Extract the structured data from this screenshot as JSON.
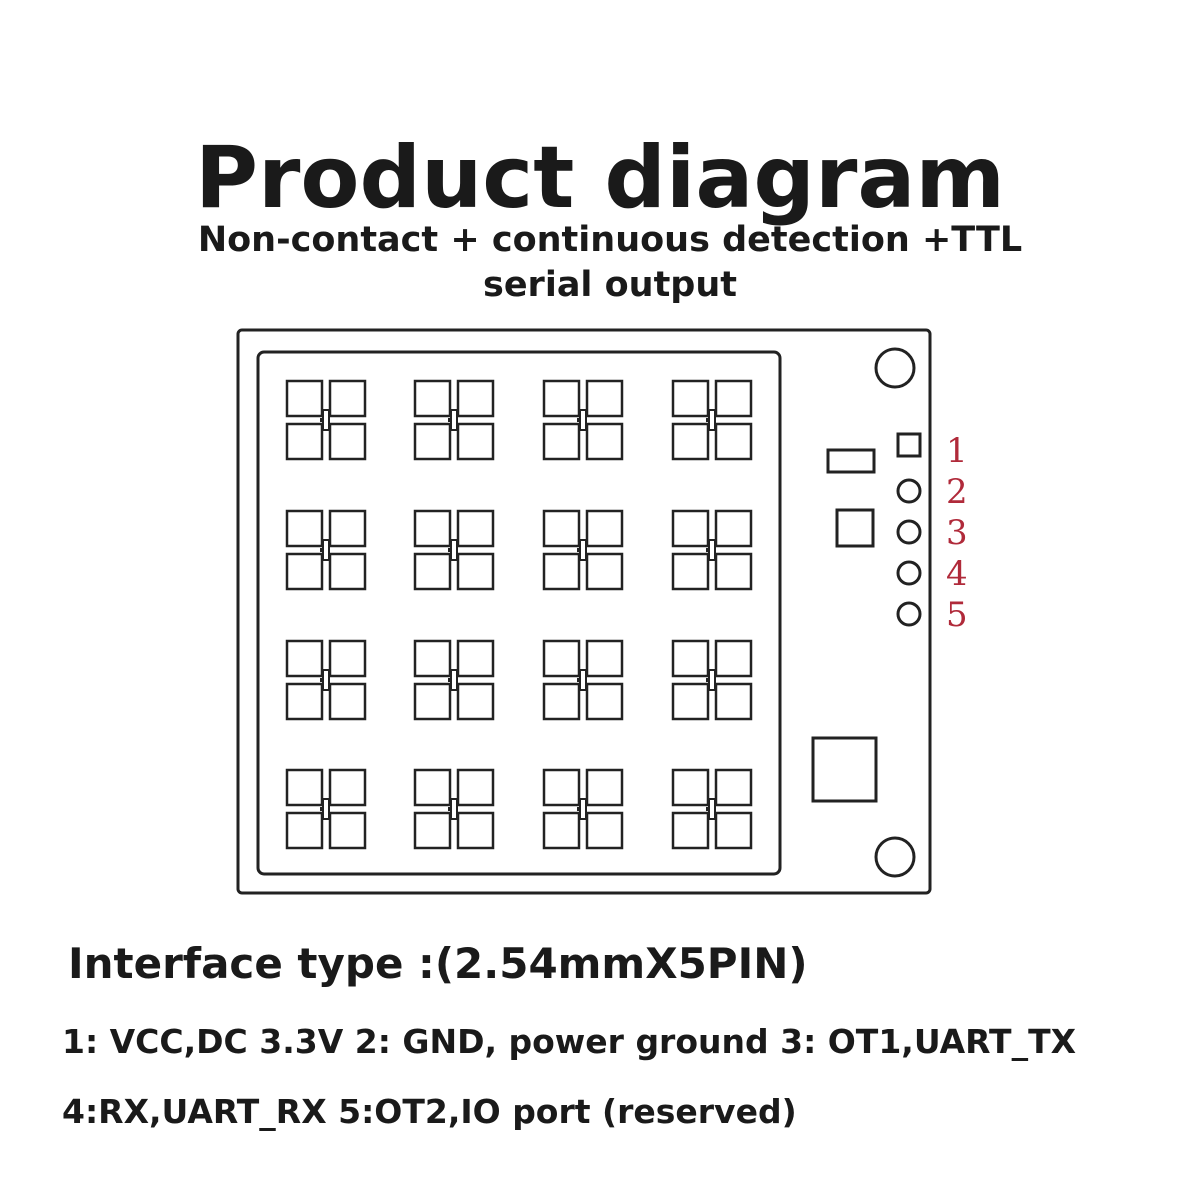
{
  "header": {
    "title": "Product diagram",
    "subtitle": "Non-contact + continuous detection +TTL serial output"
  },
  "diagram": {
    "pins": [
      "1",
      "2",
      "3",
      "4",
      "5"
    ],
    "line_color": "#222222",
    "pin_label_color": "#b02a3a"
  },
  "interface": {
    "title": "Interface type :(2.54mmX5PIN)",
    "line1": "1: VCC,DC 3.3V 2: GND, power ground 3: OT1,UART_TX",
    "line2": "4:RX,UART_RX 5:OT2,IO port (reserved)"
  }
}
